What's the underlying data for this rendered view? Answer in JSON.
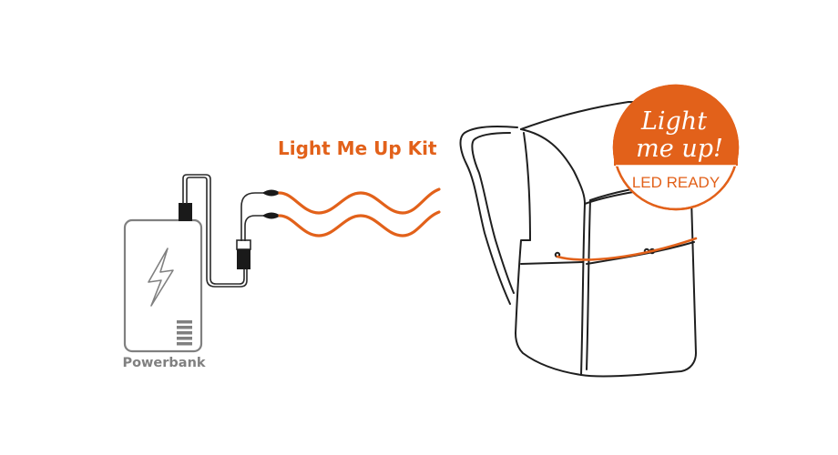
{
  "diagram": {
    "kit_title": "Light Me Up Kit",
    "powerbank_label": "Powerbank",
    "badge": {
      "line1": "Light",
      "line2": "me up!",
      "led_label": "LED READY"
    }
  },
  "colors": {
    "accent": "#e2611a",
    "line": "#2a2a2a",
    "grey": "#808080",
    "background": "#ffffff"
  },
  "icons": [
    "lightning-bolt-icon",
    "battery-level-icon",
    "usb-plug-icon",
    "led-strip-wave-icon",
    "backpack-icon"
  ]
}
